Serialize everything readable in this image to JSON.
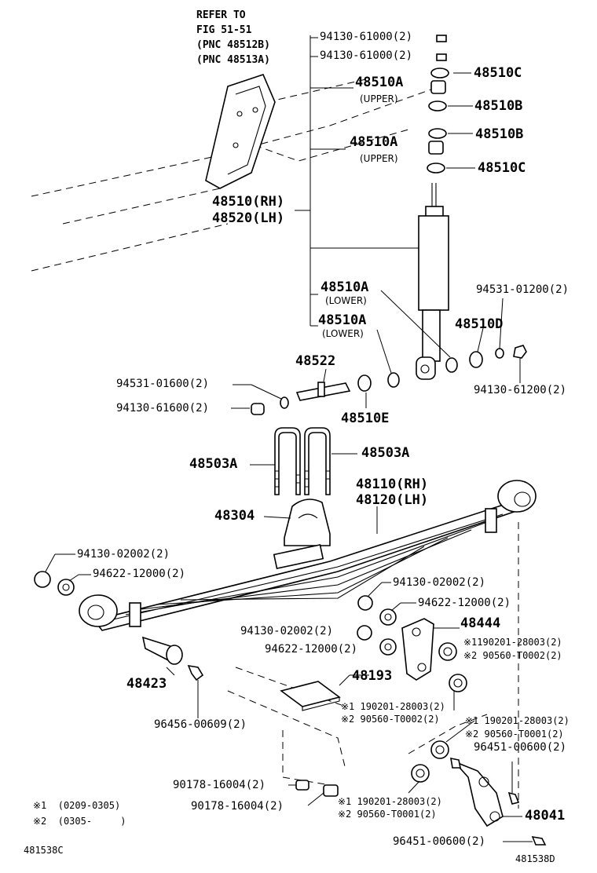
{
  "refer_note": {
    "line1": "REFER TO",
    "line2": "FIG 51-51",
    "line3": "(PNC 48512B)",
    "line4": "(PNC 48513A)"
  },
  "labels": {
    "p94130_61000_a": "94130-61000(2)",
    "p94130_61000_b": "94130-61000(2)",
    "p48510c_top": "48510C",
    "p48510a_upper1": "48510A",
    "upper1": "(UPPER)",
    "p48510b_1": "48510B",
    "p48510b_2": "48510B",
    "p48510a_upper2": "48510A",
    "upper2": "(UPPER)",
    "p48510c_bottom": "48510C",
    "p48510_rh": "48510(RH)",
    "p48520_lh": "48520(LH)",
    "p48510a_lower1": "48510A",
    "lower1": "(LOWER)",
    "p48510a_lower2": "48510A",
    "lower2": "(LOWER)",
    "p94531_01200": "94531-01200(2)",
    "p48510d": "48510D",
    "p94130_61200": "94130-61200(2)",
    "p48522": "48522",
    "p94531_01600": "94531-01600(2)",
    "p94130_61600": "94130-61600(2)",
    "p48510e": "48510E",
    "p48503a_left": "48503A",
    "p48503a_right": "48503A",
    "p48110_rh": "48110(RH)",
    "p48120_lh": "48120(LH)",
    "p48304": "48304",
    "p94130_02002_left": "94130-02002(2)",
    "p94622_12000_left": "94622-12000(2)",
    "p94130_02002_r1": "94130-02002(2)",
    "p94622_12000_r1": "94622-12000(2)",
    "p48444": "48444",
    "p94130_02002_r2": "94130-02002(2)",
    "p94622_12000_r2": "94622-12000(2)",
    "p190201_28003_a": "※1190201-28003(2)",
    "p90560_t0002_a": "※2 90560-T0002(2)",
    "p48423": "48423",
    "p48193": "48193",
    "p190201_28003_b": "※1 190201-28003(2)",
    "p90560_t0002_b": "※2 90560-T0002(2)",
    "p96456_00609": "96456-00609(2)",
    "p190201_28003_c": "※1 190201-28003(2)",
    "p90560_t0001_c": "※2 90560-T0001(2)",
    "p96451_00600_top": "96451-00600(2)",
    "p90178_16004_a": "90178-16004(2)",
    "p90178_16004_b": "90178-16004(2)",
    "p190201_28003_d": "※1 190201-28003(2)",
    "p90560_t0001_d": "※2 90560-T0001(2)",
    "p48041": "48041",
    "p96451_00600_bottom": "96451-00600(2)"
  },
  "legend": {
    "note1": "※1  (0209-0305)",
    "note2": "※2  (0305-     )"
  },
  "figure_ids": {
    "left": "481538C",
    "right": "481538D"
  }
}
